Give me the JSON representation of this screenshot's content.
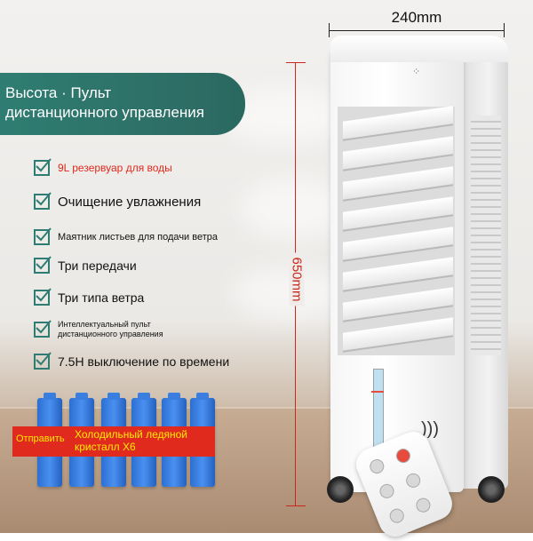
{
  "dimensions": {
    "width_label": "240mm",
    "height_label": "650mm"
  },
  "banner": {
    "line1": "Высота · Пульт",
    "line2": "дистанционного управления"
  },
  "features": [
    {
      "text": "9L резервуар для воды",
      "color": "#e0291c"
    },
    {
      "text": "Очищение увлажнения",
      "color": "#111111"
    },
    {
      "text": "Маятник листьев для подачи ветра",
      "color": "#111111"
    },
    {
      "text": "Три передачи",
      "color": "#111111"
    },
    {
      "text": "Три типа ветра",
      "color": "#111111"
    },
    {
      "text": "Интеллектуальный пульт дистанционного управления",
      "color": "#111111"
    },
    {
      "text": "7.5H выключение по времени",
      "color": "#111111"
    }
  ],
  "ice": {
    "badge": "Отправить",
    "text": "Холодильный ледяной кристалл X6"
  },
  "colors": {
    "accent": "#2f7d72",
    "red": "#e0291c",
    "yellow": "#ffeb00"
  }
}
